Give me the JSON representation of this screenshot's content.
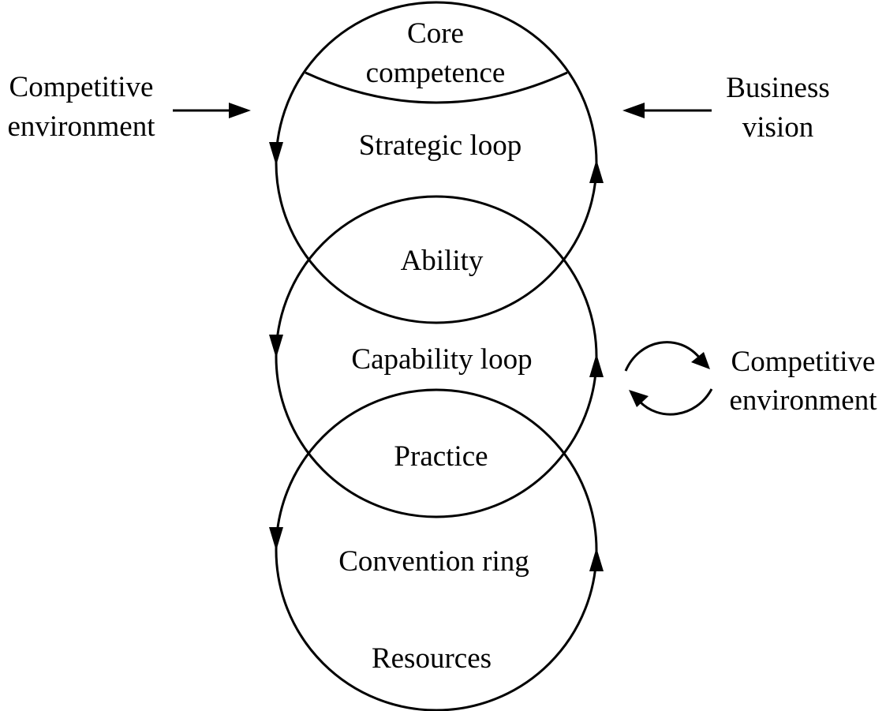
{
  "diagram": {
    "top_circle": {
      "cap_label_line1": "Core",
      "cap_label_line2": "competence",
      "loop_label": "Strategic loop"
    },
    "overlap_top": {
      "label": "Ability"
    },
    "middle_circle": {
      "loop_label": "Capability loop"
    },
    "overlap_bottom": {
      "label": "Practice"
    },
    "bottom_circle": {
      "loop_label": "Convention ring",
      "base_label": "Resources"
    },
    "left_input": {
      "line1": "Competitive",
      "line2": "environment"
    },
    "right_input": {
      "line1": "Business",
      "line2": "vision"
    },
    "right_exchange": {
      "line1": "Competitive",
      "line2": "environment"
    }
  },
  "colors": {
    "ink": "#000000",
    "background": "#ffffff"
  }
}
